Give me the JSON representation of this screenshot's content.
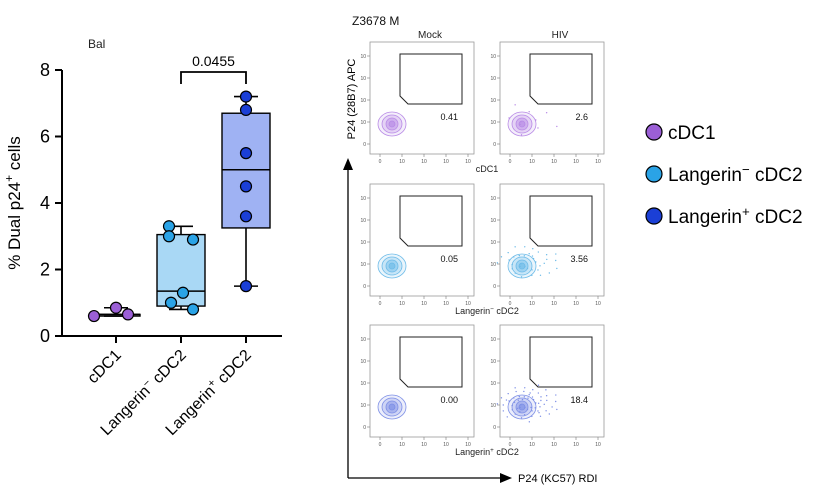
{
  "colors": {
    "cdc1": "#9b5fd6",
    "lang_neg": "#2aa3e6",
    "lang_pos": "#1b3fd6",
    "box_neg_fill": "#a9d8f5",
    "box_pos_fill": "#9fb2f3",
    "contour_cdc1": "#b88ae6",
    "contour_neg": "#6dbbe8",
    "contour_pos": "#7d8fe6"
  },
  "legend": {
    "items": [
      {
        "label": "cDC1",
        "sup": "",
        "suffix": "",
        "color_key": "cdc1"
      },
      {
        "label": "Langerin",
        "sup": "−",
        "suffix": " cDC2",
        "color_key": "lang_neg"
      },
      {
        "label": "Langerin",
        "sup": "+",
        "suffix": " cDC2",
        "color_key": "lang_pos"
      }
    ]
  },
  "chart_data": [
    {
      "type": "box",
      "title": "Bal",
      "ylabel": "% Dual p24",
      "ylabel_sup": "+",
      "ylabel_suffix": " cells",
      "ylim": [
        0,
        8
      ],
      "yticks": [
        "0",
        "2",
        "4",
        "6",
        "8"
      ],
      "categories": [
        {
          "label": "cDC1",
          "sup": "",
          "suffix": ""
        },
        {
          "label": "Langerin",
          "sup": "−",
          "suffix": " cDC2"
        },
        {
          "label": "Langerin",
          "sup": "+",
          "suffix": " cDC2"
        }
      ],
      "series": [
        {
          "color_key": "cdc1",
          "fill_key": "",
          "points": [
            0.6,
            0.85,
            0.65
          ],
          "box": {
            "min": 0.6,
            "q1": 0.6,
            "median": 0.65,
            "q3": 0.65,
            "max": 0.85
          }
        },
        {
          "color_key": "lang_neg",
          "fill_key": "box_neg_fill",
          "points": [
            3.3,
            3.0,
            2.9,
            1.3,
            1.0,
            0.8
          ],
          "box": {
            "min": 0.8,
            "q1": 0.9,
            "median": 1.35,
            "q3": 3.05,
            "max": 3.3
          }
        },
        {
          "color_key": "lang_pos",
          "fill_key": "box_pos_fill",
          "points": [
            7.2,
            6.8,
            5.5,
            4.5,
            3.6,
            1.5
          ],
          "box": {
            "min": 1.5,
            "q1": 3.25,
            "median": 5.0,
            "q3": 6.7,
            "max": 7.2
          }
        }
      ],
      "comparison": {
        "from": 1,
        "to": 2,
        "label": "0.0455"
      }
    },
    {
      "type": "flow-cytometry-grid",
      "title": "Z3678 M",
      "columns": [
        "Mock",
        "HIV"
      ],
      "rows": [
        {
          "label": "cDC1",
          "sup": "",
          "suffix": "",
          "color_key": "contour_cdc1",
          "values": [
            "0.41",
            "2.6"
          ]
        },
        {
          "label": "Langerin",
          "sup": "−",
          "suffix": " cDC2",
          "color_key": "contour_neg",
          "values": [
            "0.05",
            "3.56"
          ]
        },
        {
          "label": "Langerin",
          "sup": "+",
          "suffix": " cDC2",
          "color_key": "contour_pos",
          "values": [
            "0.00",
            "18.4"
          ]
        }
      ],
      "xlabel": "P24 (KC57) RDI",
      "ylabel": "P24 (28B7) APC",
      "axis_ticks": [
        "0",
        "10",
        "10",
        "10",
        "10"
      ]
    }
  ]
}
